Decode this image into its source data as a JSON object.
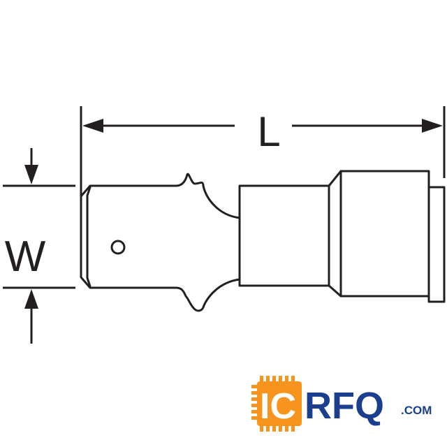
{
  "diagram": {
    "dimension_length_label": "L",
    "dimension_width_label": "W"
  },
  "watermark": {
    "logo_ic": "IC",
    "logo_rfq": "RFQ",
    "logo_domain": ".COM"
  },
  "colors": {
    "line": "#231f20",
    "logo_orange": "#f7941d",
    "logo_blue": "#1b3f8f"
  }
}
